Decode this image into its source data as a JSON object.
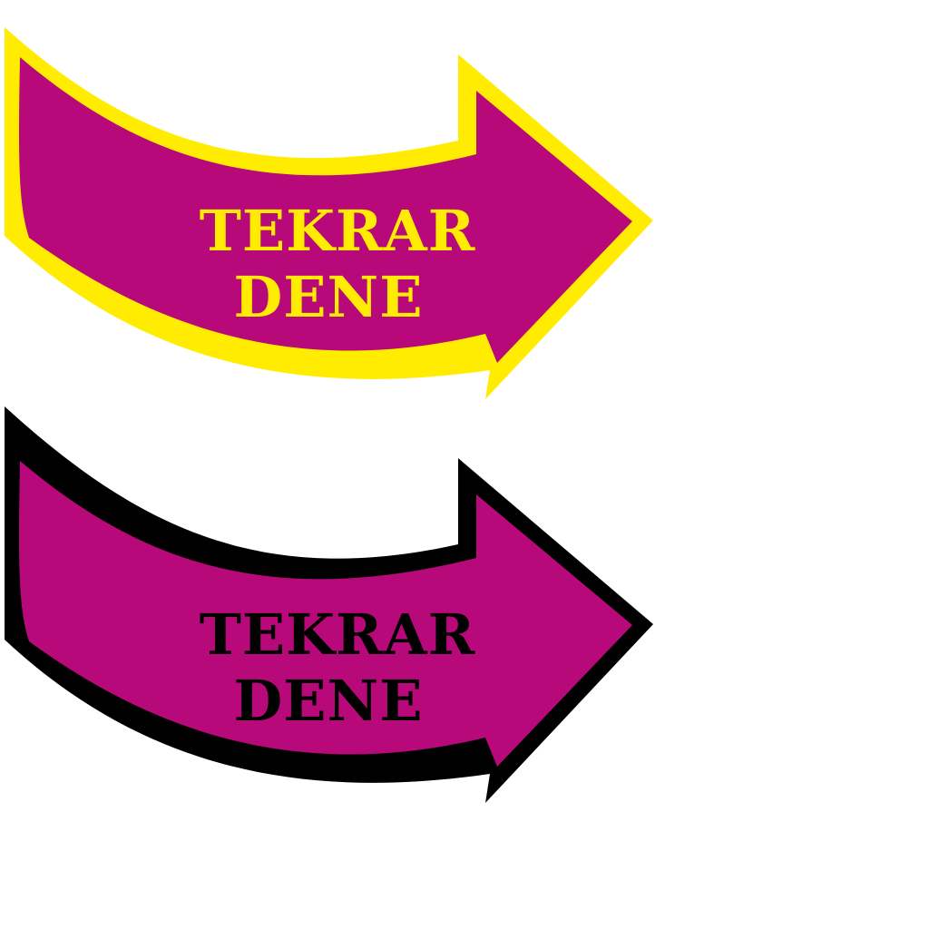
{
  "colors": {
    "background": "#ffffff",
    "arrow_fill": "#b8097a",
    "yellow_outline": "#ffec00",
    "black_outline": "#000000"
  },
  "arrows": [
    {
      "name": "yellow-outlined-arrow-button",
      "outline_color": "#ffec00",
      "text_color": "#ffec00",
      "line1": "TEKRAR",
      "line2": "DENE"
    },
    {
      "name": "black-outlined-arrow-button",
      "outline_color": "#000000",
      "text_color": "#000000",
      "line1": "TEKRAR",
      "line2": "DENE"
    }
  ]
}
